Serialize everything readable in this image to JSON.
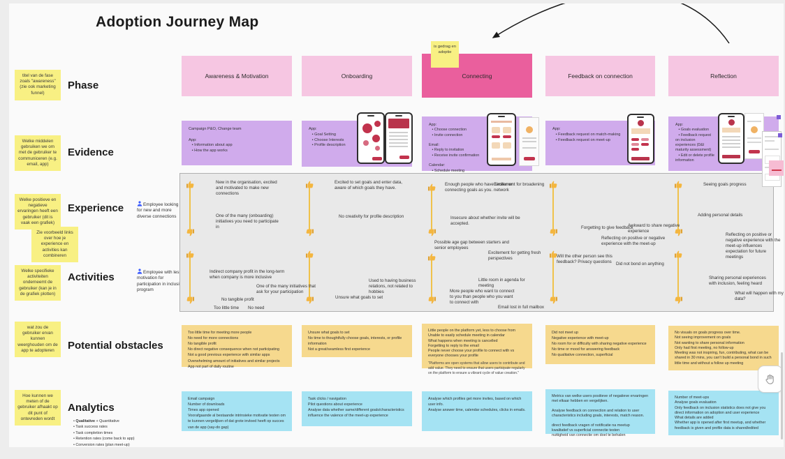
{
  "title": "Adoption Journey Map",
  "connecting_note": "is gedrag en adoptie",
  "rows": {
    "phase": {
      "label": "Phase",
      "hint": "titel van de fase zoals \"awareness\" (zie ook marketing funnel)"
    },
    "evidence": {
      "label": "Evidence",
      "hint": "Welke middelen gebruiken we om met de gebruiker te communiceren (e.g. email, app)"
    },
    "experience": {
      "label": "Experience",
      "hint": "Welke positieve en negatieve ervaringen heeft een gebruiker (dit is vaak een grafiek)",
      "hint2": "Zie voorbeeld links over hoe je experience en activities kan combineren"
    },
    "activities": {
      "label": "Activities",
      "hint": "Welke specifieke activiteiten onderneemt de gebruiker (kan je in de grafiek plotten)"
    },
    "obstacles": {
      "label": "Potential obstacles",
      "hint": "wat zou de gebruiker ervan kunnen weerghouden om de app te adopteren"
    },
    "analytics": {
      "label": "Analytics",
      "hint": "Hoe kunnen we meten of de gebruiker afhaakt op dit punt of ontevreden wordt"
    }
  },
  "analytics_methods": {
    "first_bold": "Qualitative",
    "first_rest": " + Quantitative",
    "items": [
      "Task success rates",
      "Task completion times",
      "Retention rates (come back to app)",
      "Conversion rates (plan meet-up)"
    ]
  },
  "personas": {
    "experience": "Employee looking for new and more diverse connections",
    "activities": "Employee with less motivation for participation in inclusion program"
  },
  "phases": [
    {
      "name": "Awareness & Motivation"
    },
    {
      "name": "Onboarding"
    },
    {
      "name": "Connecting"
    },
    {
      "name": "Feedback on connection"
    },
    {
      "name": "Reflection"
    }
  ],
  "evidence": [
    "Campaign P&O, Change team\n\nApp:\n   • Information about app\n   • How the app works",
    "App:\n   • Goal Setting\n   • Choose Interests\n   • Profile description",
    "App:\n   • Choose connection\n   • Invite connection\n\nEmail:\n   • Reply to invitation\n   • Receive invite confirmation\n\nCalendar:\n   • Schedule meeting",
    "App:\n   • Feedback request on match-making\n   • Feedback request on meet-up",
    "App:\n   • Goals evaluation\n   • Feedback request on inclusion experiences (D&I maturity assessment)\n   • Edit or delete profile information"
  ],
  "journey": {
    "columns": [
      {
        "experience": [
          "New in the organisation, excited and motivated to make new connections",
          "One of the many (onboarding) initiatives you need to participate in"
        ],
        "activities": [
          "Indirect company profit in the long-term when company is more inclusive",
          "One of the many initiatives that ask for your participation",
          "No tangible profit",
          "Too little time",
          "No need"
        ]
      },
      {
        "experience": [
          "Excited to set goals and enter data, aware of which goals they have.",
          "No creativity for profile description"
        ],
        "activities": [
          "Used to having business relations, not related to hobbies",
          "Unsure what goals to set"
        ]
      },
      {
        "experience": [
          "Enough people who have similar or connecting goals as you.",
          "Excitement for broadening network",
          "Insecure about whether invite will be accepted.",
          "Possible age gap between starters and senior employees"
        ],
        "activities": [
          "Excitement for getting fresh perspectives",
          "Little room in agenda for meeting",
          "More people who want to connect to you than people who you want to connect with",
          "Email lost in full mailbox"
        ]
      },
      {
        "experience": [
          "Forgetting to give feedback",
          "Awkward to share negative experience",
          "Reflecting on positive or negative experience with the meet-up"
        ],
        "activities": [
          "Will the other person see this feedback? Privacy questions",
          "Did not bond on anything"
        ]
      },
      {
        "experience": [
          "Seeing goals progress",
          "Adding personal details",
          "Reflecting on positive or negative experience with the meet-up influences expectation for future meetings"
        ],
        "activities": [
          "Sharing personal experiences with inclusion, feeling heard",
          "What will happen with my data?"
        ]
      }
    ]
  },
  "obstacles": [
    "Too little time for meeting more people\nNo need for more connections\nNo tangible profit\nNo direct negative consequence when not participating\nNot a good previous experience with similar apps\nOverwhelming amount of initiatives and similar projects\nApp not part of daily routine",
    "Unsure what goals to set\nNo time to thoughtfully choose goals, interests, or profile information\nNot a great/seamless first experience",
    "Little people on the platform yet, less to choose from\nUnable to easily schedule meeting in calendar\nWhat happens when meeting is cancelled\nForgetting to reply to the email\nPeople never choose your profile to connect with vs everyone chooses your profile",
    "Did not meet up\nNegative experience with meet-up\nNo room for or difficulty with sharing negative experience\nNo time or mood for answering feedback\nNo qualitative connection, superficial",
    "No visuals on goals progress over time.\nNot seeing improvement on goals\nNot wanting to share personal information\nOnly had first meeting, no follow-up\nMeeting was not inspiring, fun, contributing, what can be shared in 30 mins, you can't build a personal bond in such little time and without a follow up meeting"
  ],
  "obstacles_quote": "\"Platforms are open systems that allow users to contribute and add value. They need to ensure that users participate regularly on the platform to ensure a vibrant cycle of value creation.\"",
  "analytics": [
    "Email campaign\nNumber of downloads\nTimes app opened\nVoorafgaande al bestaande intrinsieke motivatie testen om te kunnen vergelijken of dat grote invloed heeft op succes van de app (say-do gap)",
    "Task clicks / navigation\nPilot questions about experience\nAnalyse data whether same/different goals/characteristics influence the valence of the meet-up experience",
    "Analyse which profiles get more invites, based on which user info.\nAnalyse answer time, calendar schedules, clicks in emails.",
    "Metrics van welke users positieve of negatieve ervaringen met elkaar hebben en vergelijken.\n\nAnalyse feedback on connection and relation to user characteristics including goals, interests, match reason.\n\ndirect feedback vragen of notificatie na meetup\nkwalitatief vs superficial connectie testen\nnuttigheid van connectie om doel te behalen",
    "Number of meet-ups\nAnalyse goals evaluation\nOnly feedback on inclusion statistics does not give you direct information on adoption and user experience\nWhat details are added\nWhether app is opened after first meetup, and whether feedback is given and profile data is shared/edited"
  ],
  "colors": {
    "phase_light": "#f6c6e2",
    "phase_active": "#ea5f9d",
    "evidence_purple": "#d0abec",
    "sticky_yellow": "#f8f083",
    "obstacle_orange": "#f6d98e",
    "analytics_blue": "#a5e3f3",
    "journey_gray": "#e9e9e9",
    "thumb_yellow": "#f4b63f",
    "persona_blue": "#3b5bfe"
  }
}
